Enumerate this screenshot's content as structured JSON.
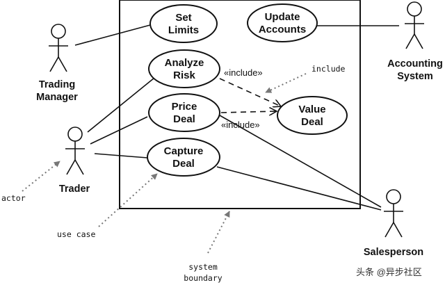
{
  "use_cases": {
    "set_limits": [
      "Set",
      "Limits"
    ],
    "update_accounts": [
      "Update",
      "Accounts"
    ],
    "analyze_risk": [
      "Analyze",
      "Risk"
    ],
    "price_deal": [
      "Price",
      "Deal"
    ],
    "value_deal": [
      "Value",
      "Deal"
    ],
    "capture_deal": [
      "Capture",
      "Deal"
    ]
  },
  "actors": {
    "trading_manager": [
      "Trading",
      "Manager"
    ],
    "accounting_system": [
      "Accounting",
      "System"
    ],
    "trader": [
      "Trader"
    ],
    "salesperson": [
      "Salesperson"
    ]
  },
  "relations": {
    "include_1": "«include»",
    "include_2": "«include»"
  },
  "notes": {
    "include": "include",
    "actor": "actor",
    "use_case": "use case",
    "system_boundary": [
      "system",
      "boundary"
    ]
  },
  "watermark": "头条 @异步社区",
  "colors": {
    "line": "#111111",
    "dotted": "#555555",
    "background": "#ffffff"
  }
}
